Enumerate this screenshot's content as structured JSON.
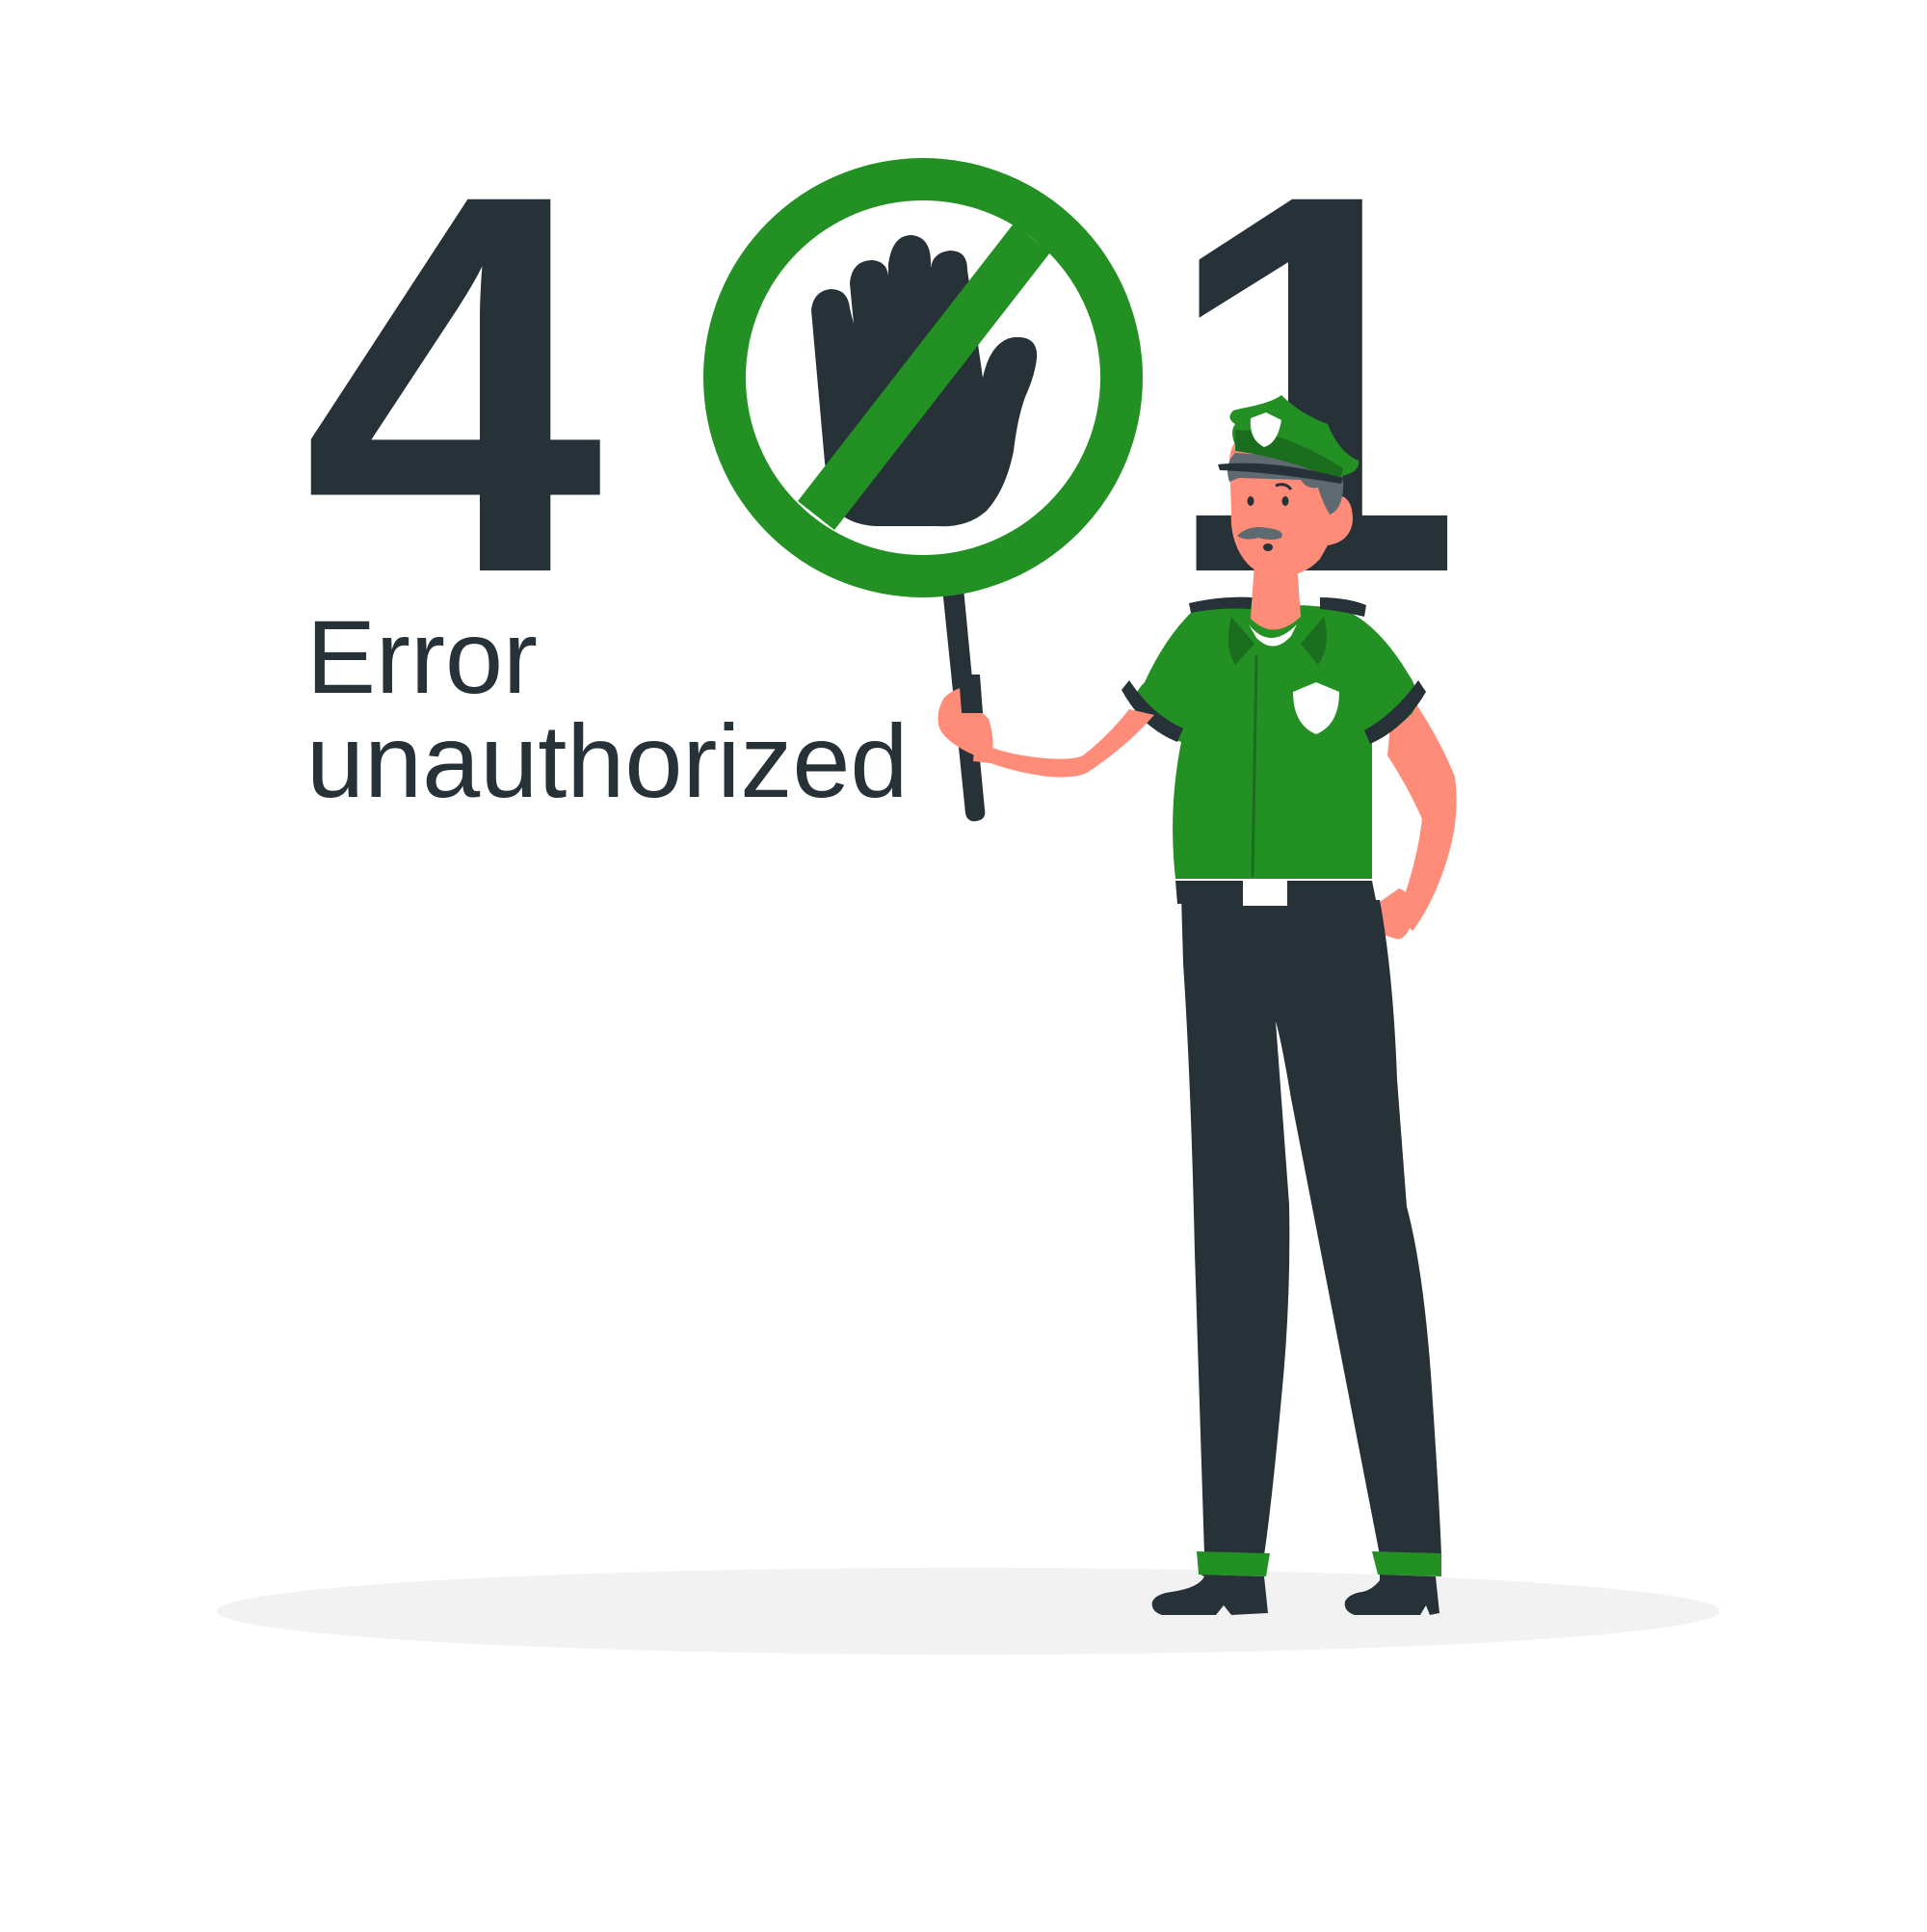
{
  "error_code": {
    "digit_1": "4",
    "digit_3": "1"
  },
  "message": {
    "line_1": "Error",
    "line_2": "unauthorized"
  },
  "icons": {
    "sign": "no-entry-hand-icon"
  },
  "colors": {
    "dark": "#263238",
    "accent_green": "#229023",
    "dark_green": "#1a6e1d",
    "skin": "#ff8b79",
    "hair_gray": "#5f6a70",
    "ground": "#f2f2f2",
    "white": "#ffffff"
  }
}
